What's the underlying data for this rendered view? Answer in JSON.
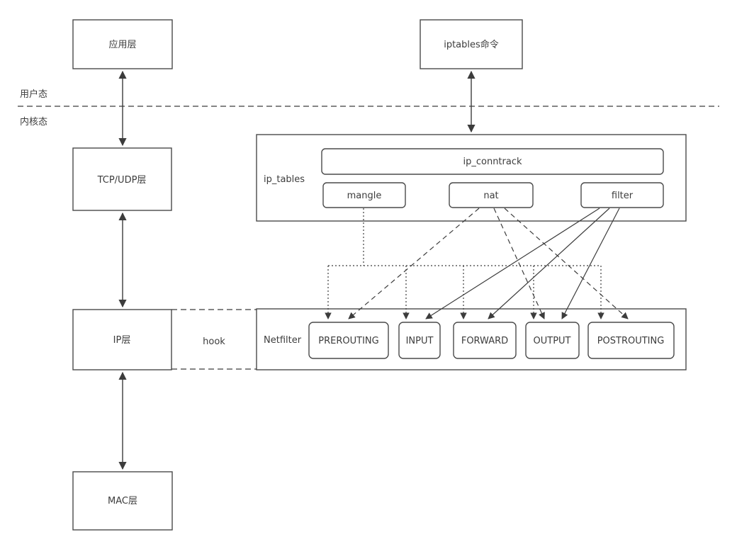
{
  "colors": {
    "background": "#ffffff",
    "stroke": "#3c3c3c"
  },
  "zones": {
    "user_mode": "用户态",
    "kernel_mode": "内核态"
  },
  "layers": {
    "app": "应用层",
    "tcp_udp": "TCP/UDP层",
    "ip": "IP层",
    "mac": "MAC层"
  },
  "iptables": {
    "command": "iptables命令",
    "container": "ip_tables",
    "conntrack": "ip_conntrack",
    "tables": [
      {
        "label": "mangle"
      },
      {
        "label": "nat"
      },
      {
        "label": "filter"
      }
    ]
  },
  "netfilter": {
    "container": "Netfilter",
    "hook": "hook",
    "chains": [
      {
        "label": "PREROUTING"
      },
      {
        "label": "INPUT"
      },
      {
        "label": "FORWARD"
      },
      {
        "label": "OUTPUT"
      },
      {
        "label": "POSTROUTING"
      }
    ]
  },
  "connections": [
    {
      "from": "mangle",
      "style": "dotted",
      "to": [
        "PREROUTING",
        "INPUT",
        "FORWARD",
        "OUTPUT",
        "POSTROUTING"
      ]
    },
    {
      "from": "nat",
      "style": "dashed",
      "to": [
        "PREROUTING",
        "OUTPUT",
        "POSTROUTING"
      ]
    },
    {
      "from": "filter",
      "style": "solid",
      "to": [
        "INPUT",
        "FORWARD",
        "OUTPUT"
      ]
    },
    {
      "from": "应用层",
      "style": "double-arrow",
      "to": [
        "TCP/UDP层"
      ]
    },
    {
      "from": "TCP/UDP层",
      "style": "double-arrow",
      "to": [
        "IP层"
      ]
    },
    {
      "from": "IP层",
      "style": "double-arrow",
      "to": [
        "MAC层"
      ]
    },
    {
      "from": "iptables命令",
      "style": "double-arrow",
      "to": [
        "ip_tables"
      ]
    },
    {
      "from": "IP层",
      "style": "dashed-channel",
      "to": [
        "Netfilter"
      ]
    }
  ]
}
